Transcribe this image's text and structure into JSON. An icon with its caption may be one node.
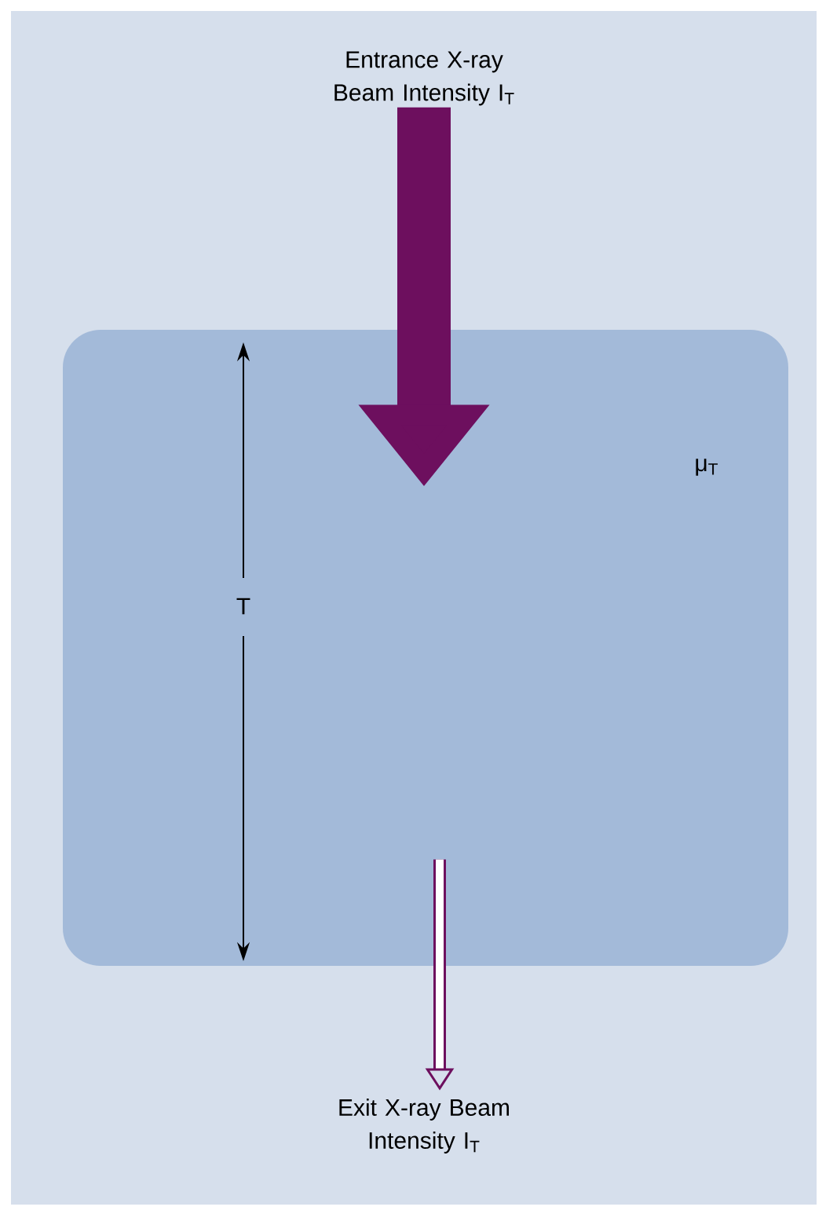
{
  "diagram": {
    "nodes": [
      {
        "text": [
          "Entrance X-ray Beam Intensity I$_{T}$"
        ]
      },
      {
        "text": [
          "μ$_{T}$"
        ]
      },
      {
        "text": [
          "Exit X-ray Beam Intensity I$_{T}$"
        ]
      }
    ],
    "edges": [
      {
        "from": 0,
        "to": 1,
        "arrow": "to",
        "style": "thick"
      },
      {
        "from": 1,
        "to": 2,
        "arrow": "to"
      }
    ],
    "labels": [
      "T"
    ]
  }
}
